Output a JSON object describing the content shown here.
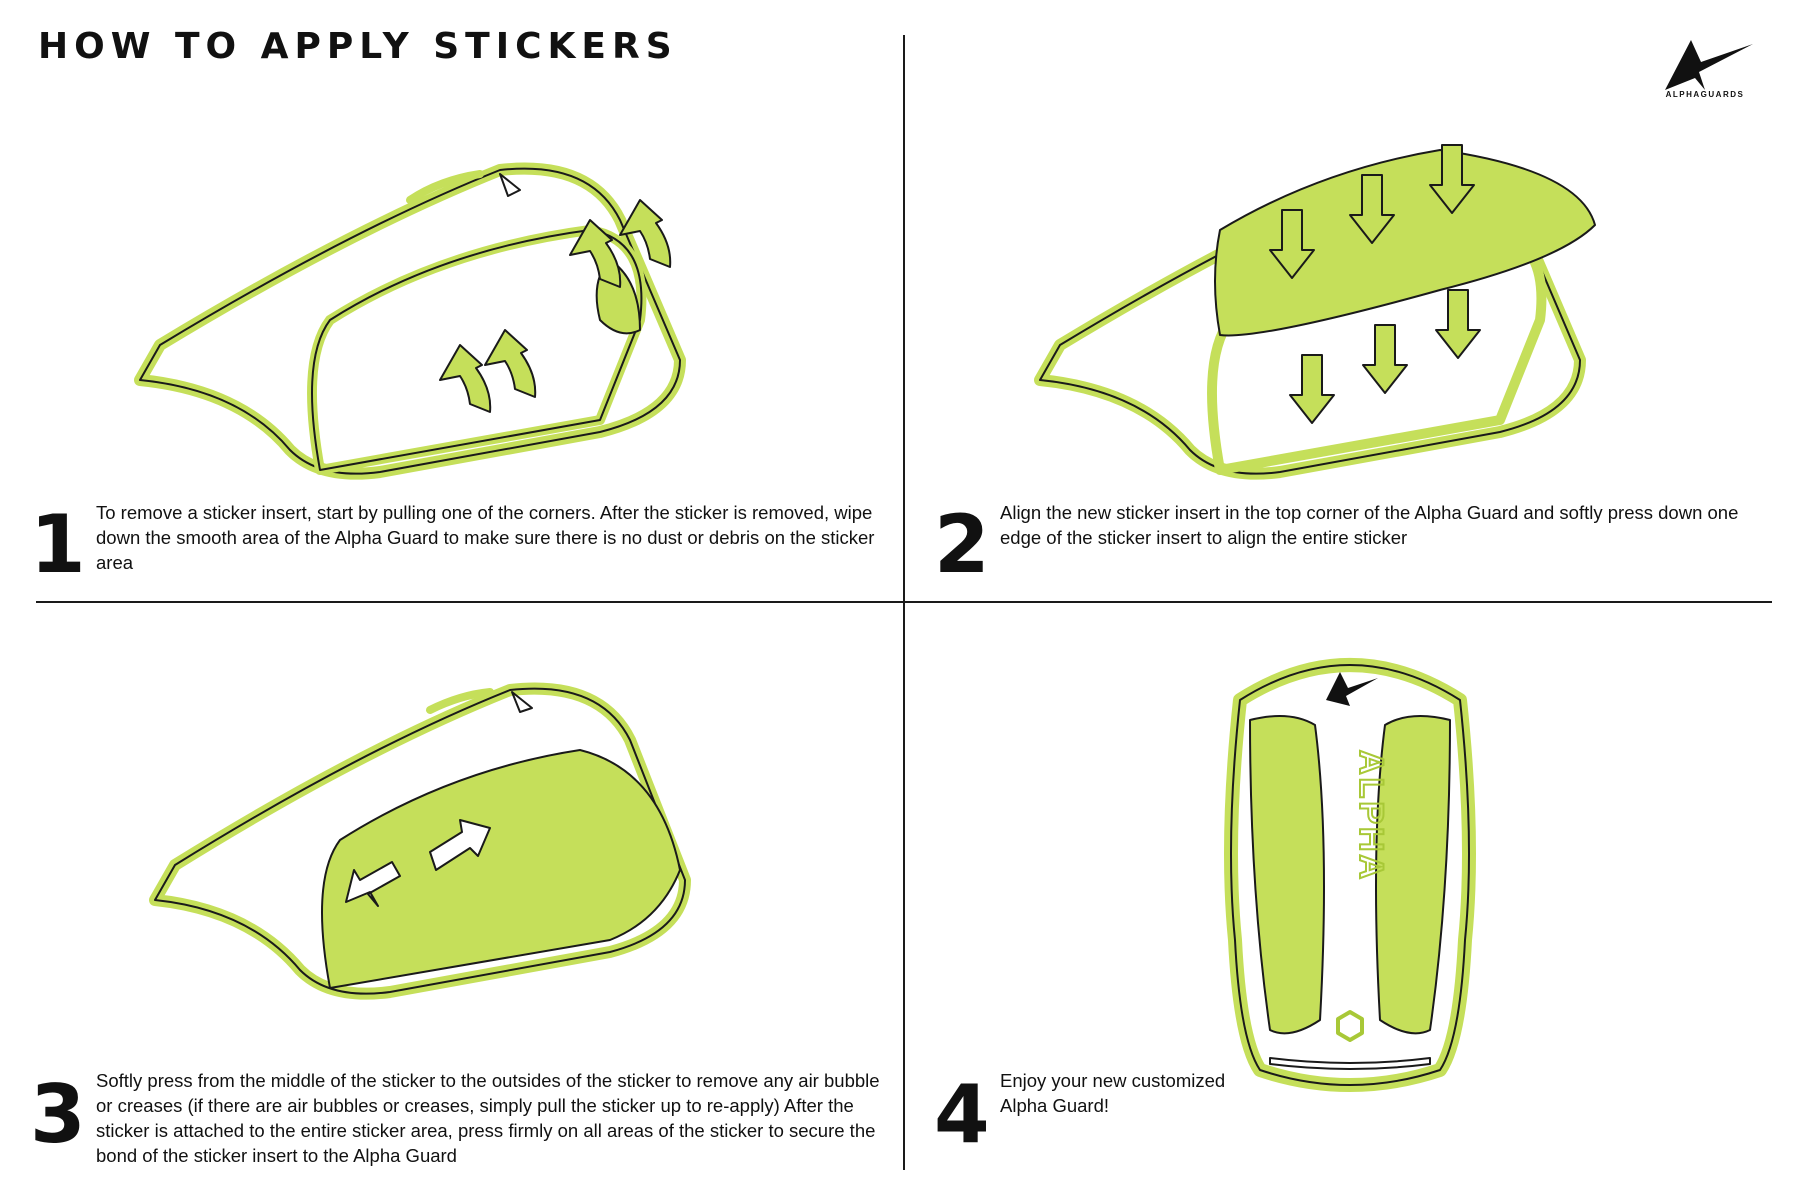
{
  "header": {
    "title": "HOW TO APPLY STICKERS",
    "brand": "ALPHAGUARDS"
  },
  "colors": {
    "accent": "#c5df5a",
    "accent_stroke": "#a8c837",
    "ink": "#1a1a1a"
  },
  "steps": [
    {
      "number": "1",
      "text": "To remove a sticker insert, start by pulling one of the corners. After the sticker is removed, wipe down the smooth area of the Alpha Guard to make sure there is no dust or debris on the sticker area"
    },
    {
      "number": "2",
      "text": "Align the new sticker insert in the top corner of the Alpha Guard and softly press down one edge of the sticker insert to align the entire sticker"
    },
    {
      "number": "3",
      "text": "Softly press from the middle of the sticker to the outsides of the sticker to remove any air bubble or creases (if there are air bubbles or creases, simply pull the sticker up to re-apply) After the sticker is attached to the entire sticker area, press firmly on all areas of the sticker to secure the bond of the sticker insert to the Alpha Guard"
    },
    {
      "number": "4",
      "text": "Enjoy your new customized Alpha Guard!"
    }
  ],
  "guard_lettering": "ALPHA"
}
